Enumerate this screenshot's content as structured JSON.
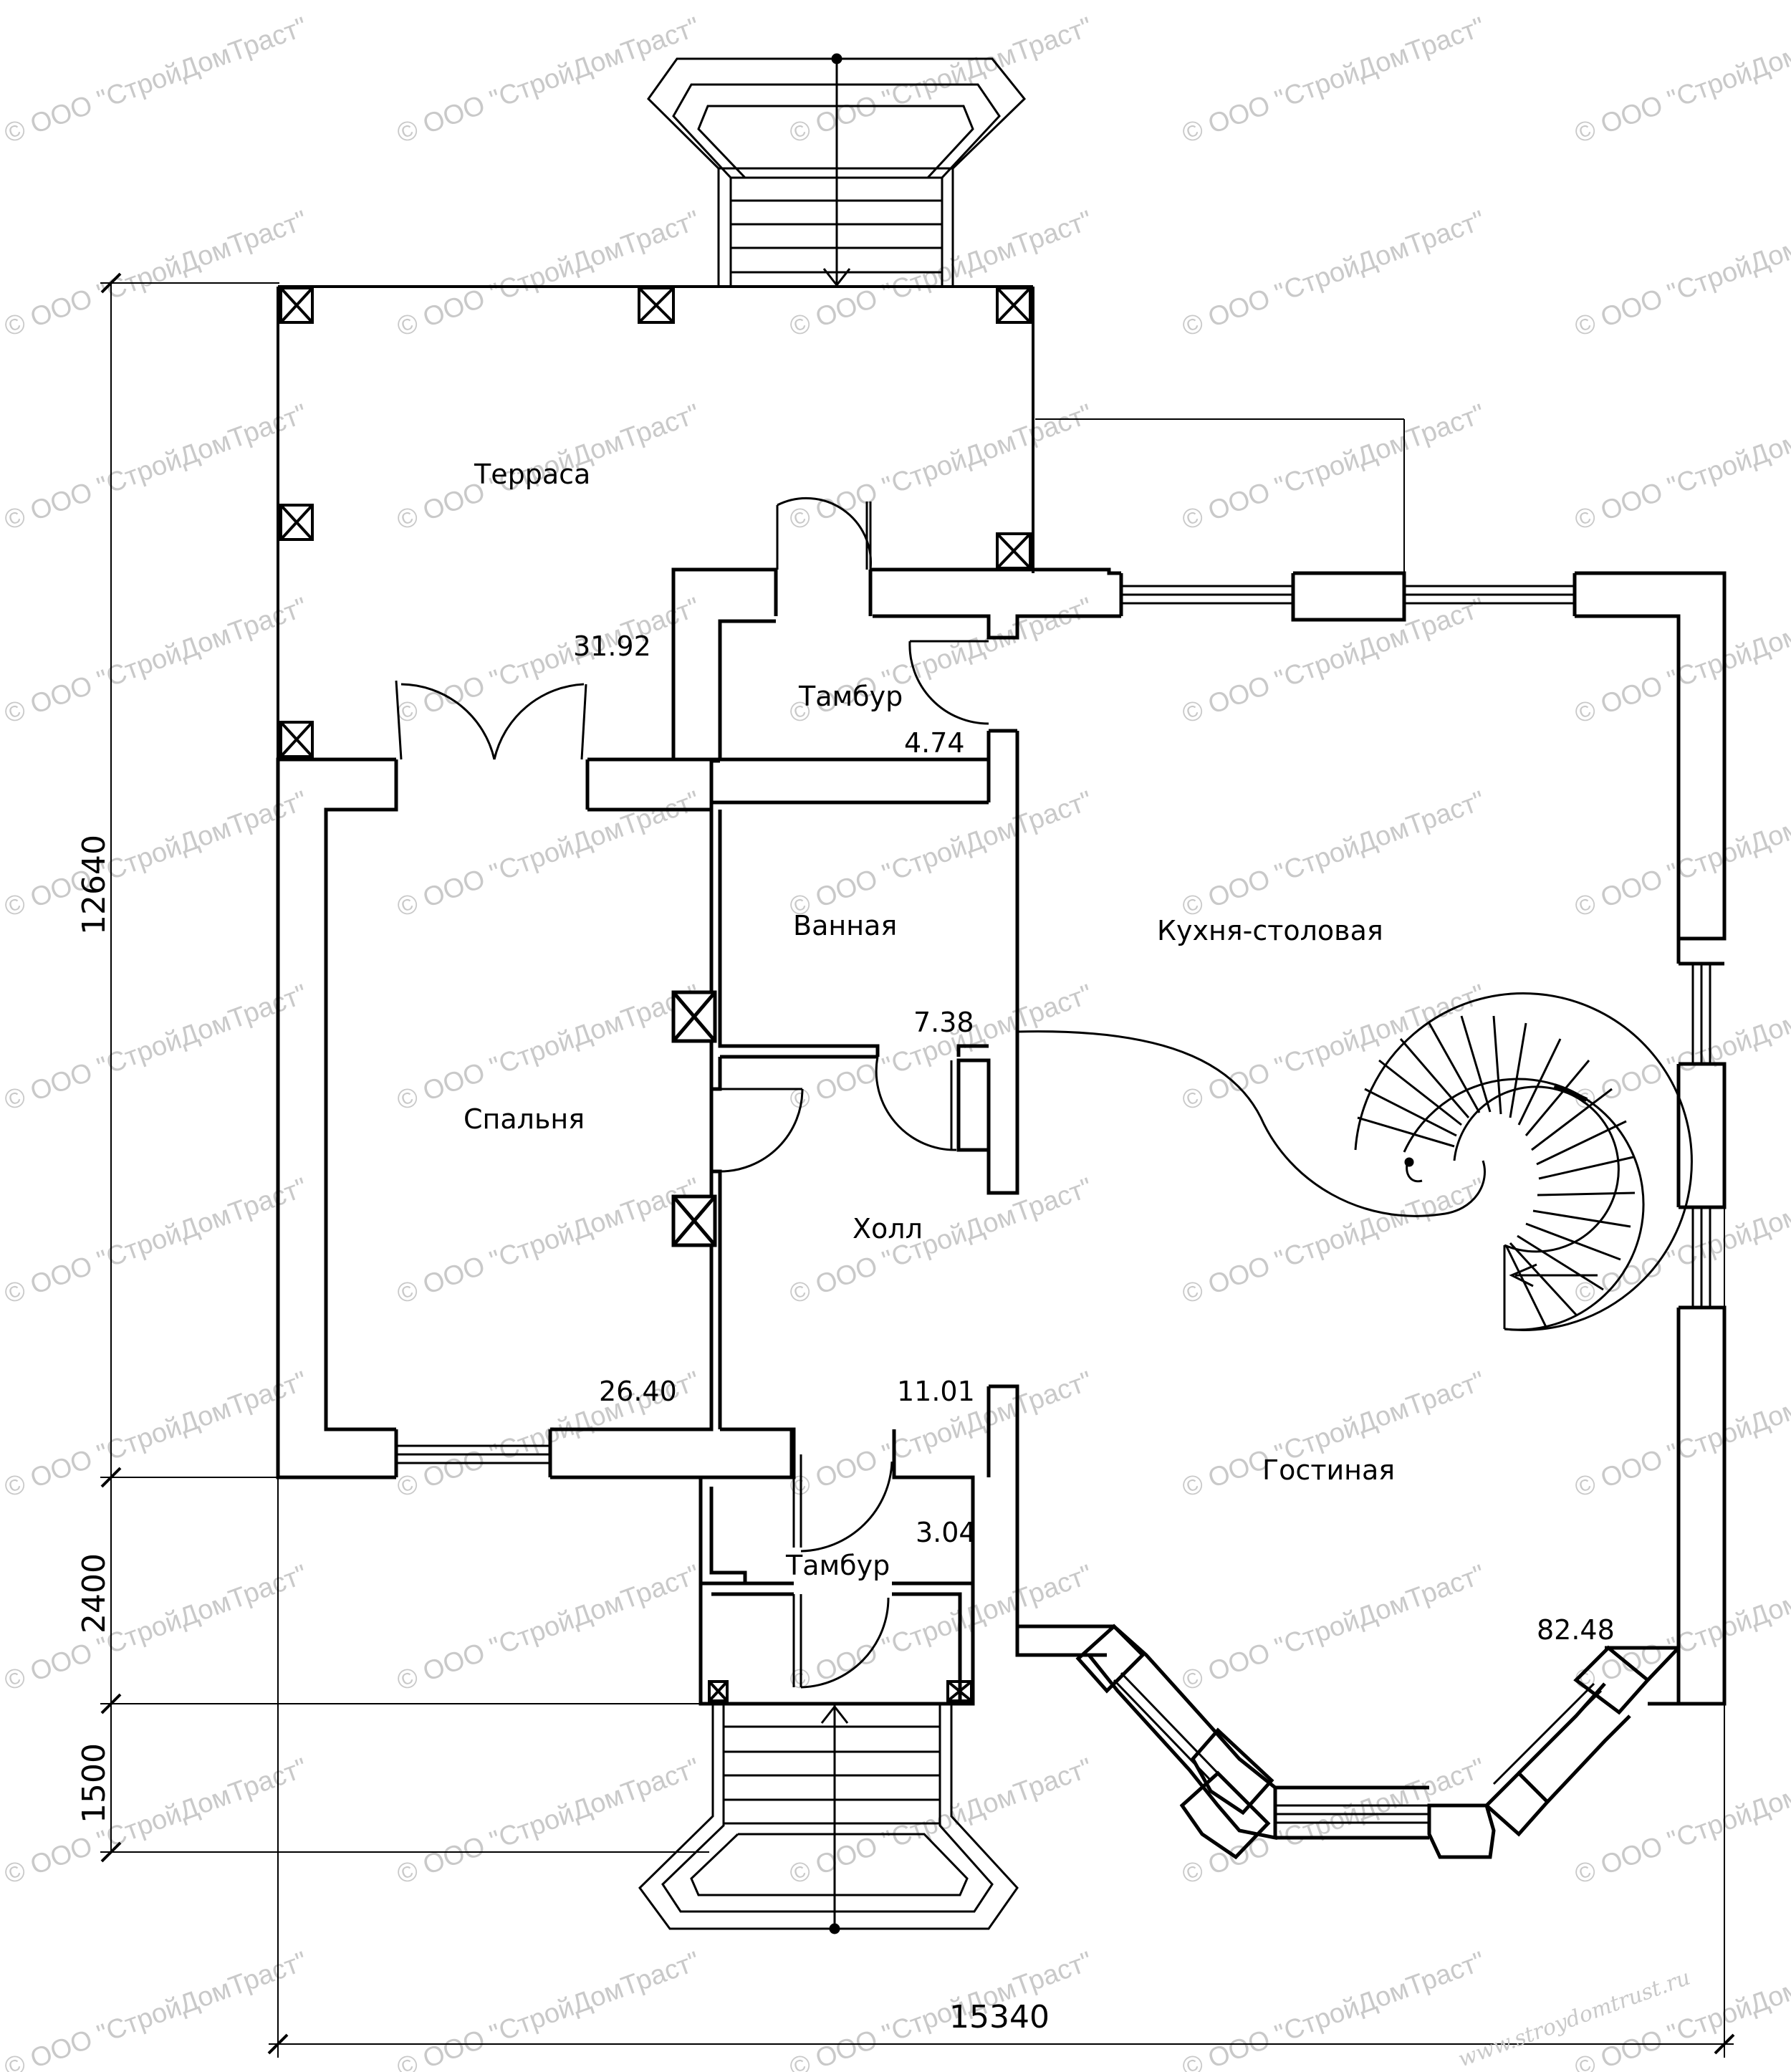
{
  "watermark": "© ООО \"СтройДомТраст\"",
  "site_url": "www.stroydomtrust.ru",
  "rooms": {
    "terrace": {
      "name": "Терраса",
      "area": "31.92"
    },
    "vestibule_north": {
      "name": "Тамбур",
      "area": "4.74"
    },
    "bathroom": {
      "name": "Ванная",
      "area": "7.38"
    },
    "kitchen_dining": {
      "name": "Кухня-столовая"
    },
    "bedroom": {
      "name": "Спальня",
      "area": "26.40"
    },
    "hall": {
      "name": "Холл",
      "area": "11.01"
    },
    "living_room": {
      "name": "Гостиная",
      "area": "82.48"
    },
    "vestibule_south": {
      "name": "Тамбур",
      "area": "3.04"
    }
  },
  "dimensions": {
    "total_height": "12640",
    "segment_middle": "2400",
    "segment_bottom": "1500",
    "total_width": "15340"
  }
}
